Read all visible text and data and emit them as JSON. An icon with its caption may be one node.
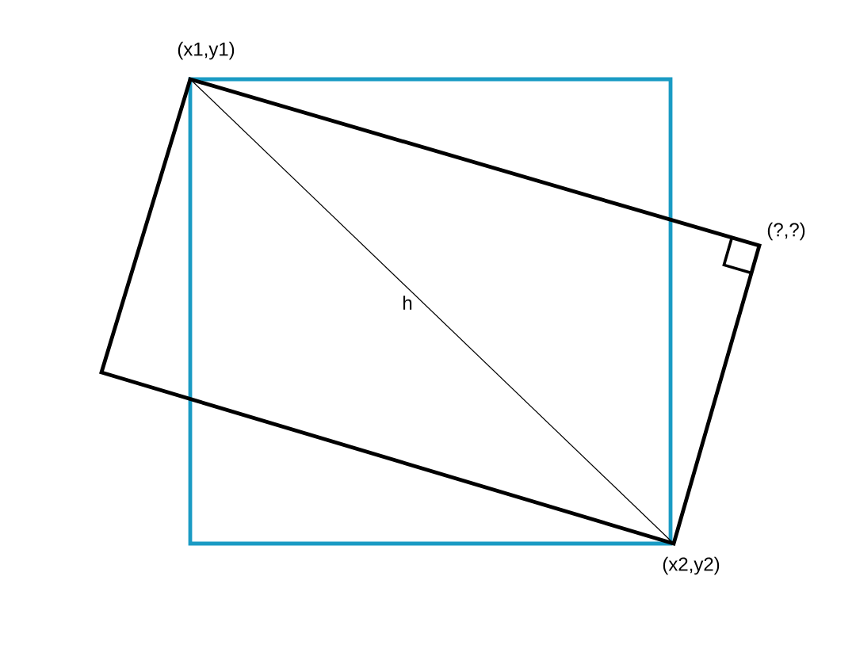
{
  "diagram": {
    "labels": [
      "(x1,y1)",
      "h",
      "(?,?)",
      "(x2,y2)"
    ]
  }
}
